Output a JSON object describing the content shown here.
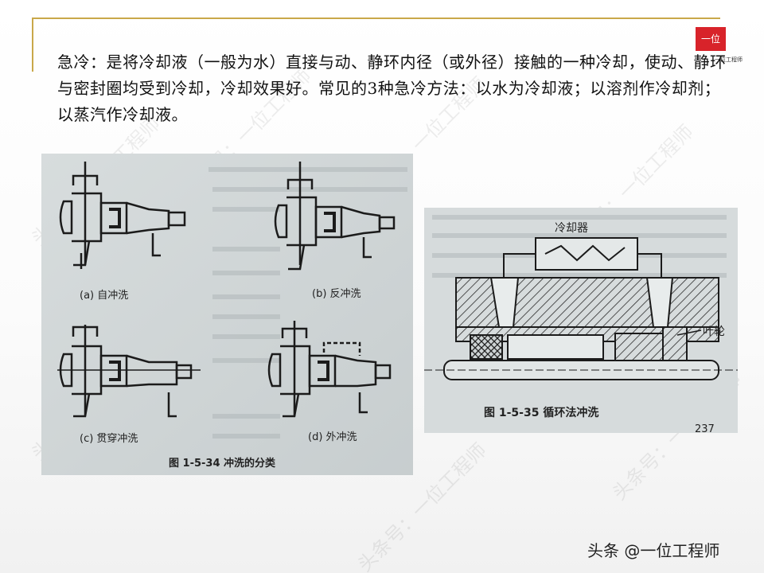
{
  "header": {
    "logo_main": "一位",
    "logo_sub": "一位工程师"
  },
  "body_text": "急冷：是将冷却液（一般为水）直接与动、静环内径（或外径）接触的一种冷却，使动、静环与密封圈均受到冷却，冷却效果好。常见的3种急冷方法：以水为冷却液；以溶剂作冷却剂；以蒸汽作冷却液。",
  "figure_left": {
    "label_a": "(a) 自冲洗",
    "label_b": "(b) 反冲洗",
    "label_c": "(c) 贯穿冲洗",
    "label_d": "(d) 外冲洗",
    "caption": "图 1-5-34   冲洗的分类"
  },
  "figure_right": {
    "cooler_label": "冷却器",
    "impeller_label": "叶轮",
    "caption": "图 1-5-35   循环法冲洗",
    "page_number": "237"
  },
  "watermark": "头条号：一位工程师",
  "footer": {
    "text": "头条 @一位工程师"
  },
  "colors": {
    "accent_gold": "#c9a84a",
    "logo_red": "#d8232a"
  }
}
